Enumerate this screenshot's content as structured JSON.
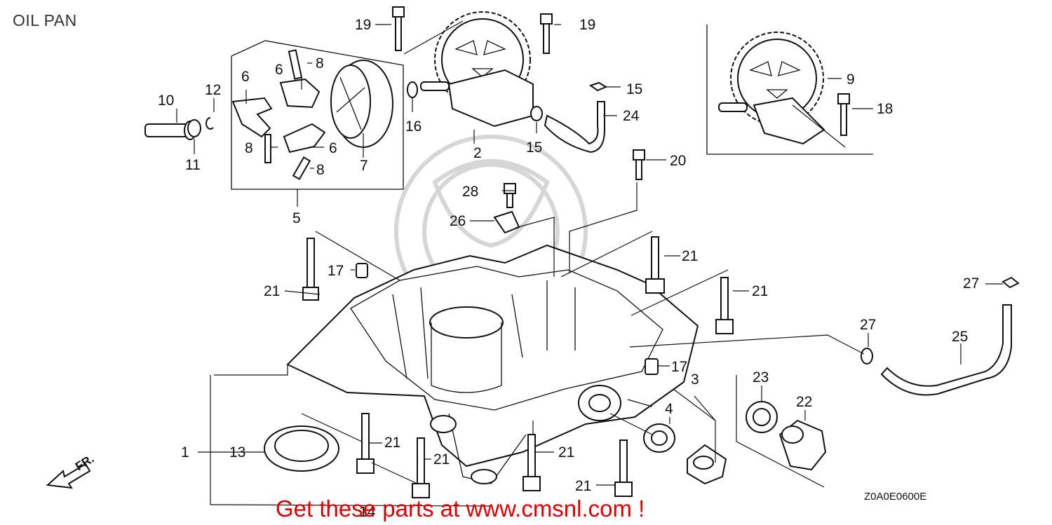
{
  "title": "OIL PAN",
  "diagram_code": "Z0A0E0600E",
  "direction_label": "FR.",
  "watermark": "Get these parts at www.cmsnl.com !",
  "labels": [
    {
      "id": "1",
      "text": "1"
    },
    {
      "id": "2",
      "text": "2"
    },
    {
      "id": "3",
      "text": "3"
    },
    {
      "id": "4",
      "text": "4"
    },
    {
      "id": "5",
      "text": "5"
    },
    {
      "id": "6a",
      "text": "6"
    },
    {
      "id": "6b",
      "text": "6"
    },
    {
      "id": "6c",
      "text": "6"
    },
    {
      "id": "7",
      "text": "7"
    },
    {
      "id": "8a",
      "text": "8"
    },
    {
      "id": "8b",
      "text": "8"
    },
    {
      "id": "8c",
      "text": "8"
    },
    {
      "id": "9",
      "text": "9"
    },
    {
      "id": "10",
      "text": "10"
    },
    {
      "id": "11",
      "text": "11"
    },
    {
      "id": "12",
      "text": "12"
    },
    {
      "id": "13",
      "text": "13"
    },
    {
      "id": "14",
      "text": "14"
    },
    {
      "id": "15a",
      "text": "15"
    },
    {
      "id": "15b",
      "text": "15"
    },
    {
      "id": "16",
      "text": "16"
    },
    {
      "id": "17a",
      "text": "17"
    },
    {
      "id": "17b",
      "text": "17"
    },
    {
      "id": "18",
      "text": "18"
    },
    {
      "id": "19a",
      "text": "19"
    },
    {
      "id": "19b",
      "text": "19"
    },
    {
      "id": "20",
      "text": "20"
    },
    {
      "id": "21a",
      "text": "21"
    },
    {
      "id": "21b",
      "text": "21"
    },
    {
      "id": "21c",
      "text": "21"
    },
    {
      "id": "21d",
      "text": "21"
    },
    {
      "id": "21e",
      "text": "21"
    },
    {
      "id": "21f",
      "text": "21"
    },
    {
      "id": "21g",
      "text": "21"
    },
    {
      "id": "22",
      "text": "22"
    },
    {
      "id": "23",
      "text": "23"
    },
    {
      "id": "24",
      "text": "24"
    },
    {
      "id": "25",
      "text": "25"
    },
    {
      "id": "26",
      "text": "26"
    },
    {
      "id": "27a",
      "text": "27"
    },
    {
      "id": "27b",
      "text": "27"
    },
    {
      "id": "28",
      "text": "28"
    }
  ]
}
